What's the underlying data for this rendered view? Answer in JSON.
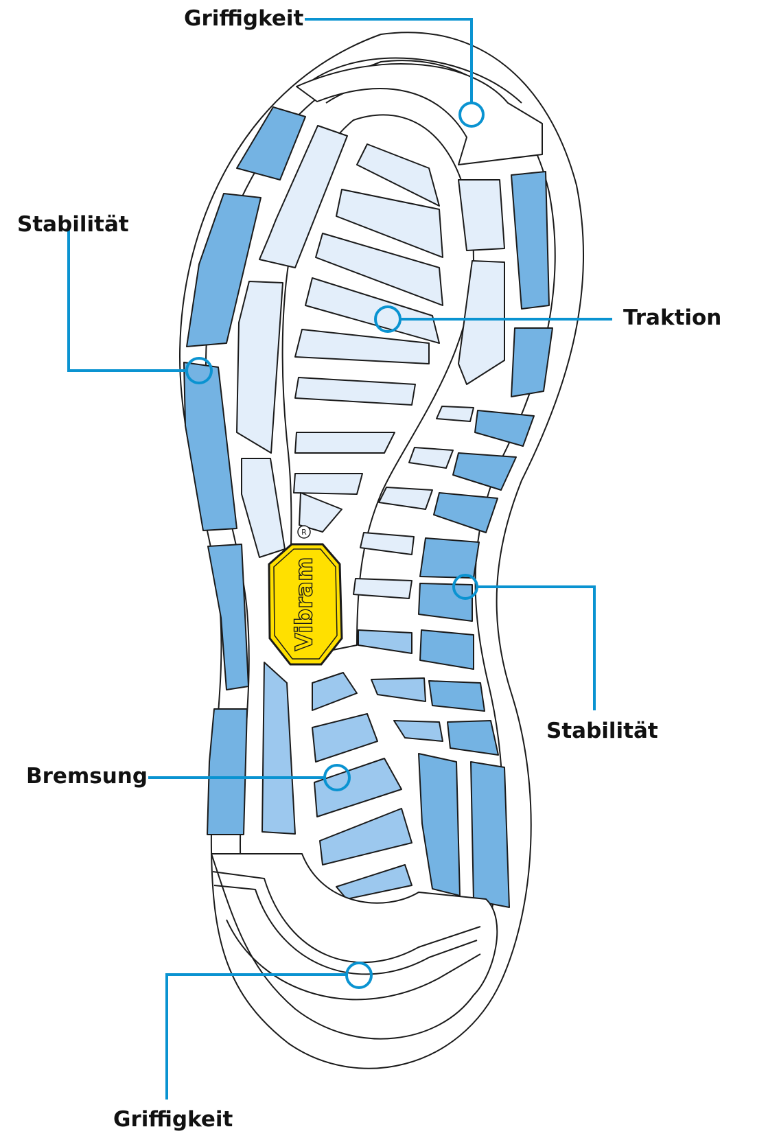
{
  "labels": {
    "grip_top": "Griffigkeit",
    "stability_left": "Stabilität",
    "traction": "Traktion",
    "stability_right": "Stabilität",
    "braking": "Bremsung",
    "grip_bottom": "Griffigkeit"
  },
  "logo": {
    "brand": "Vibram",
    "registered_mark": "R"
  },
  "colors": {
    "accent_line": "#0a93d1",
    "outline": "#1a1a1a",
    "stability_blue": "#74b3e3",
    "braking_blue": "#9cc8ee",
    "traction_blue": "#e3eefa",
    "logo_yellow": "#ffe000"
  },
  "icons": [
    "callout-ring-icon",
    "vibram-logo-icon",
    "registered-mark-icon"
  ]
}
